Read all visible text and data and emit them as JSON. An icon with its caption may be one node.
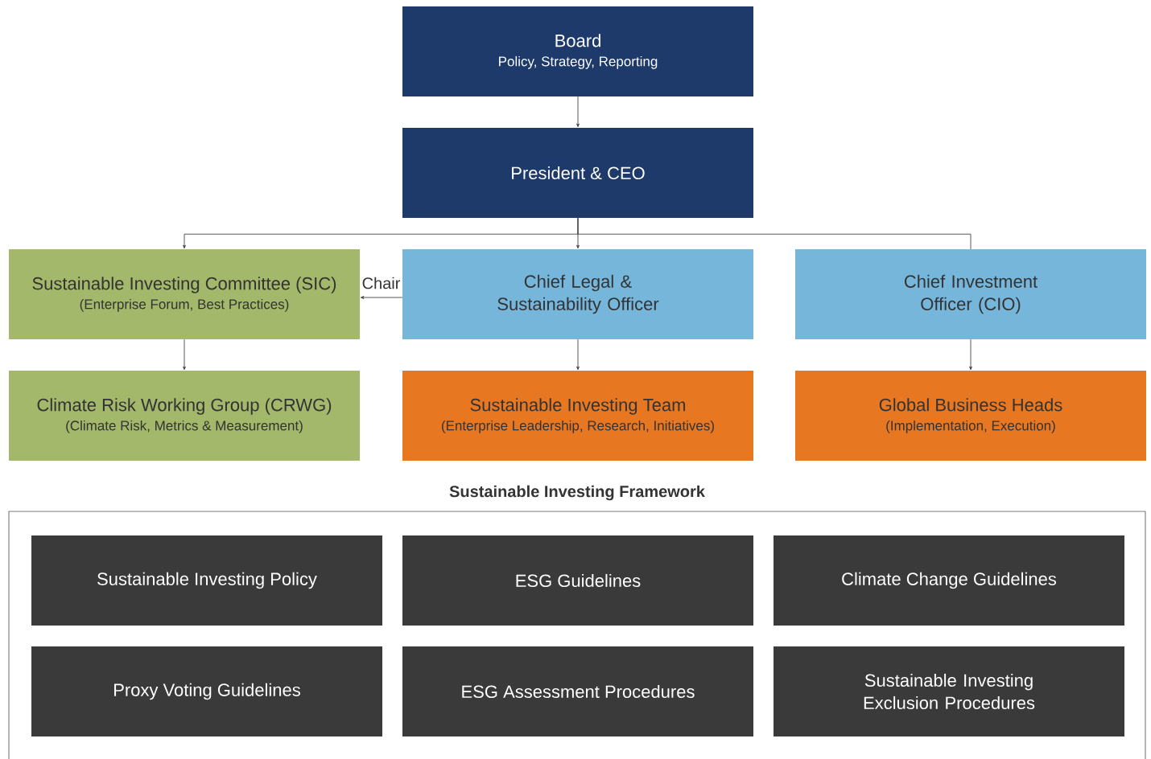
{
  "diagram": {
    "nodes": [
      {
        "text": [
          "Board",
          "Policy, Strategy, Reporting"
        ]
      },
      {
        "text": [
          "President & CEO"
        ]
      },
      {
        "text": [
          "Sustainable Investing Committee (SIC)",
          "(Enterprise Forum, Best Practices)"
        ]
      },
      {
        "text": [
          "Chief Legal & Sustainability Officer"
        ]
      },
      {
        "text": [
          "Chief Investment Officer (CIO)"
        ]
      },
      {
        "text": [
          "Climate Risk Working Group (CRWG)",
          "(Climate Risk, Metrics & Measurement)"
        ]
      },
      {
        "text": [
          "Sustainable Investing Team",
          "(Enterprise Leadership, Research, Initiatives)"
        ]
      },
      {
        "text": [
          "Global Business Heads",
          "(Implementation, Execution)"
        ]
      },
      {
        "text": [
          "Sustainable Investing Framework"
        ]
      },
      {
        "text": [
          "Sustainable Investing Policy"
        ],
        "in": 8
      },
      {
        "text": [
          "ESG Guidelines"
        ],
        "in": 8
      },
      {
        "text": [
          "Climate Change Guidelines"
        ],
        "in": 8
      },
      {
        "text": [
          "Proxy Voting Guidelines"
        ],
        "in": 8
      },
      {
        "text": [
          "ESG Assessment Procedures"
        ],
        "in": 8
      },
      {
        "text": [
          "Sustainable Investing Exclusion Procedures"
        ],
        "in": 8
      }
    ],
    "edges": [
      {
        "from": 0,
        "to": 1,
        "arrow": "to"
      },
      {
        "from": 1,
        "to": 2,
        "arrow": "to"
      },
      {
        "from": 1,
        "to": 3,
        "arrow": "to"
      },
      {
        "from": 1,
        "to": 4,
        "arrow": "none"
      },
      {
        "from": 3,
        "to": 2,
        "arrow": "to",
        "label": "Chair"
      },
      {
        "from": 2,
        "to": 5,
        "arrow": "to"
      },
      {
        "from": 3,
        "to": 6,
        "arrow": "to"
      },
      {
        "from": 4,
        "to": 7,
        "arrow": "to"
      }
    ]
  }
}
